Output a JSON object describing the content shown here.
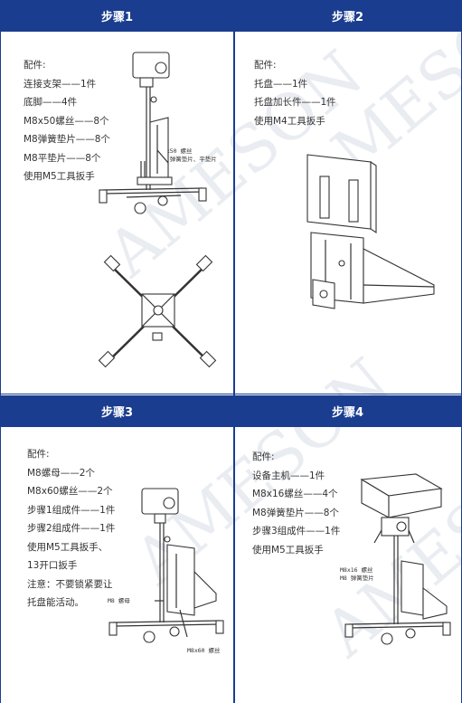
{
  "watermark": "AMESON",
  "steps": [
    {
      "title": "步骤1",
      "parts_label": "配件:",
      "parts": [
        "连接支架——1件",
        "底脚——4件",
        "M8x50螺丝——8个",
        "M8弹簧垫片——8个",
        "M8平垫片——8个",
        "使用M5工具扳手"
      ],
      "callouts": [
        "M8x50 螺丝",
        "M8 弹簧垫片、平垫片"
      ]
    },
    {
      "title": "步骤2",
      "parts_label": "配件:",
      "parts": [
        "托盘——1件",
        "托盘加长件——1件",
        "使用M4工具扳手"
      ]
    },
    {
      "title": "步骤3",
      "parts_label": "配件:",
      "parts": [
        "M8螺母——2个",
        "M8x60螺丝——2个",
        "步骤1组成件——1件",
        "步骤2组成件——1件",
        "使用M5工具扳手、",
        "13开口扳手",
        "注意：不要锁紧要让",
        "托盘能活动。"
      ],
      "callouts": [
        "M8 螺母",
        "M8x60 螺丝"
      ]
    },
    {
      "title": "步骤4",
      "parts_label": "配件:",
      "parts": [
        "设备主机——1件",
        "M8x16螺丝——4个",
        "M8弹簧垫片——8个",
        "步骤3组成件——1件",
        "使用M5工具扳手"
      ],
      "callouts": [
        "M8x16 螺丝",
        "M8 弹簧垫片"
      ]
    }
  ],
  "colors": {
    "header": "#1a3d8f",
    "text": "#333333",
    "watermark": "#d8dde6"
  }
}
